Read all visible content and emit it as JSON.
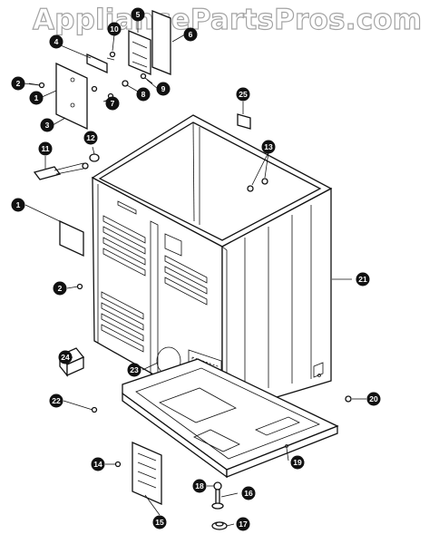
{
  "watermark": "AppliancePartsPros.com",
  "colors": {
    "callout_fill": "#111111",
    "callout_text": "#ffffff",
    "line": "#111111",
    "watermark_outline": "#9a9a9a"
  },
  "callouts": [
    {
      "id": "c1a",
      "label": "1"
    },
    {
      "id": "c2a",
      "label": "2"
    },
    {
      "id": "c3",
      "label": "3"
    },
    {
      "id": "c4",
      "label": "4"
    },
    {
      "id": "c5",
      "label": "5"
    },
    {
      "id": "c6",
      "label": "6"
    },
    {
      "id": "c7",
      "label": "7"
    },
    {
      "id": "c8",
      "label": "8"
    },
    {
      "id": "c9",
      "label": "9"
    },
    {
      "id": "c10",
      "label": "10"
    },
    {
      "id": "c11",
      "label": "11"
    },
    {
      "id": "c12",
      "label": "12"
    },
    {
      "id": "c13",
      "label": "13"
    },
    {
      "id": "c25",
      "label": "25"
    },
    {
      "id": "c1b",
      "label": "1"
    },
    {
      "id": "c2b",
      "label": "2"
    },
    {
      "id": "c21",
      "label": "21"
    },
    {
      "id": "c24",
      "label": "24"
    },
    {
      "id": "c23",
      "label": "23"
    },
    {
      "id": "c22",
      "label": "22"
    },
    {
      "id": "c20",
      "label": "20"
    },
    {
      "id": "c19",
      "label": "19"
    },
    {
      "id": "c14",
      "label": "14"
    },
    {
      "id": "c18",
      "label": "18"
    },
    {
      "id": "c16",
      "label": "16"
    },
    {
      "id": "c15",
      "label": "15"
    },
    {
      "id": "c17",
      "label": "17"
    }
  ]
}
